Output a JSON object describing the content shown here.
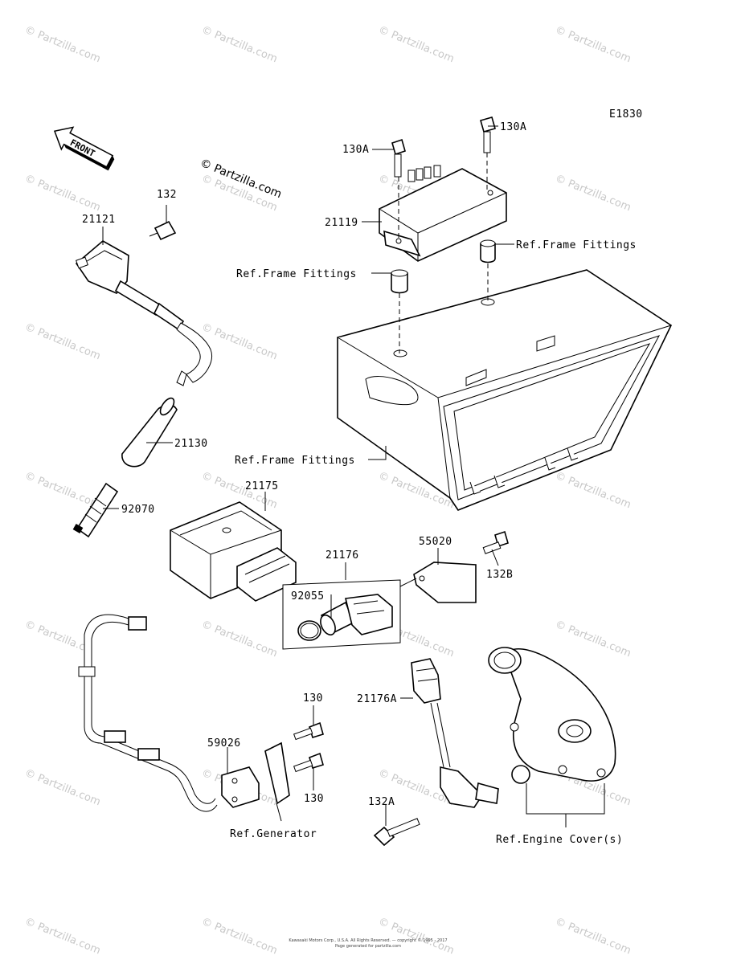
{
  "diagram_code": "E1830",
  "front_label": "FRONT",
  "copyright_watermark": "© Partzilla.com",
  "watermarks": [
    "© Partzilla.com"
  ],
  "callouts": {
    "p130A_top": "130A",
    "p130A_left": "130A",
    "p21119": "21119",
    "ref_frame_right": "Ref.Frame Fittings",
    "ref_frame_left": "Ref.Frame Fittings",
    "ref_frame_bottom": "Ref.Frame Fittings",
    "p132": "132",
    "p21121": "21121",
    "p21130": "21130",
    "p92070": "92070",
    "p21175": "21175",
    "p21176": "21176",
    "p92055": "92055",
    "p55020": "55020",
    "p132B": "132B",
    "p130_top": "130",
    "p59026": "59026",
    "p130_bottom": "130",
    "p21176A": "21176A",
    "p132A": "132A",
    "ref_generator": "Ref.Generator",
    "ref_engine_cover": "Ref.Engine Cover(s)"
  },
  "footer": {
    "line1": "Kawasaki Motors Corp., U.S.A. All Rights Reserved. — copyright © 1995 - 2017",
    "line2": "Page generated for partzilla.com"
  }
}
